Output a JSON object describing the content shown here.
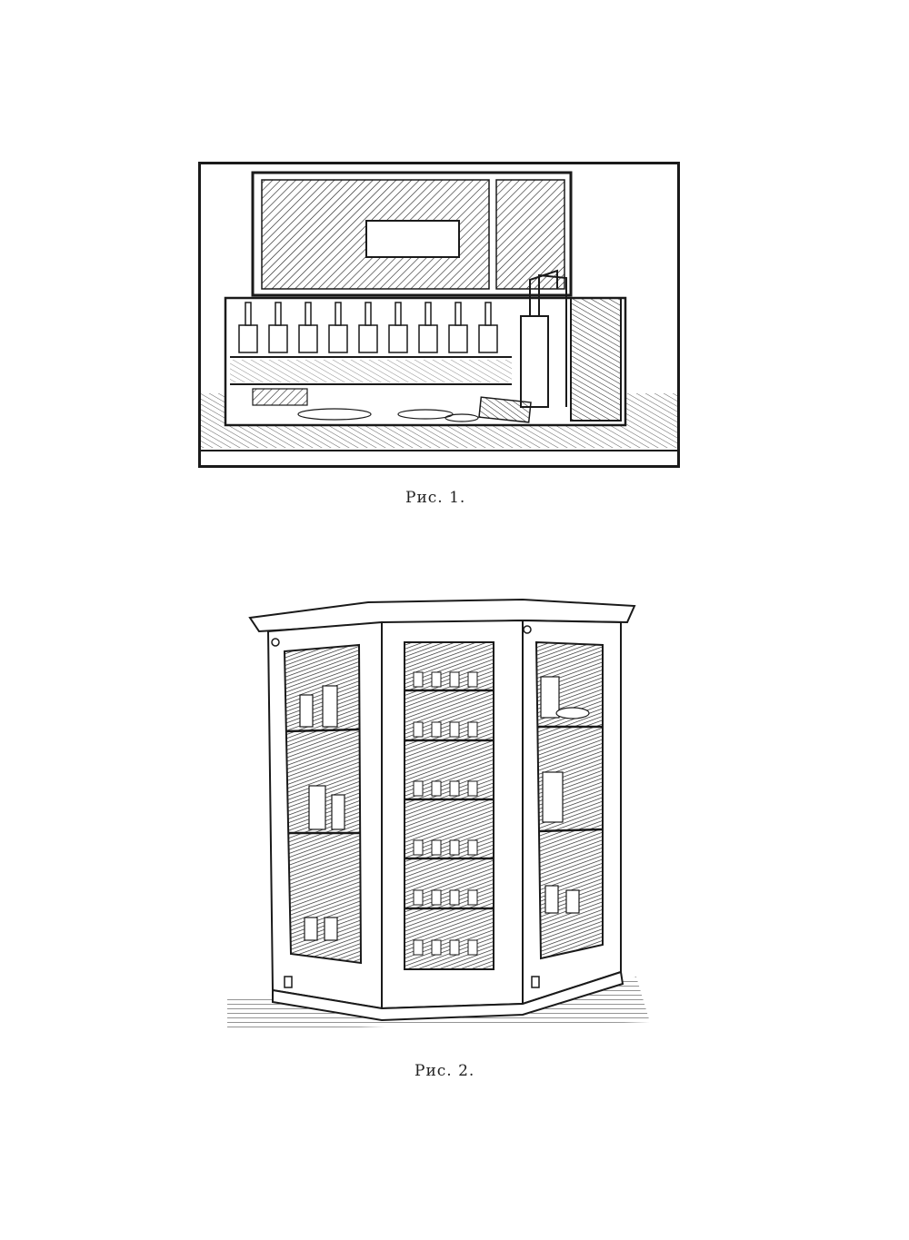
{
  "figures": [
    {
      "caption": "Рис. 1."
    },
    {
      "caption": "Рис. 2."
    }
  ],
  "colors": {
    "ink": "#1a1a1a",
    "paper": "#ffffff"
  },
  "icons": {
    "figure1": "chemistry-kit-box-illustration",
    "figure2": "laboratory-cabinet-illustration"
  }
}
